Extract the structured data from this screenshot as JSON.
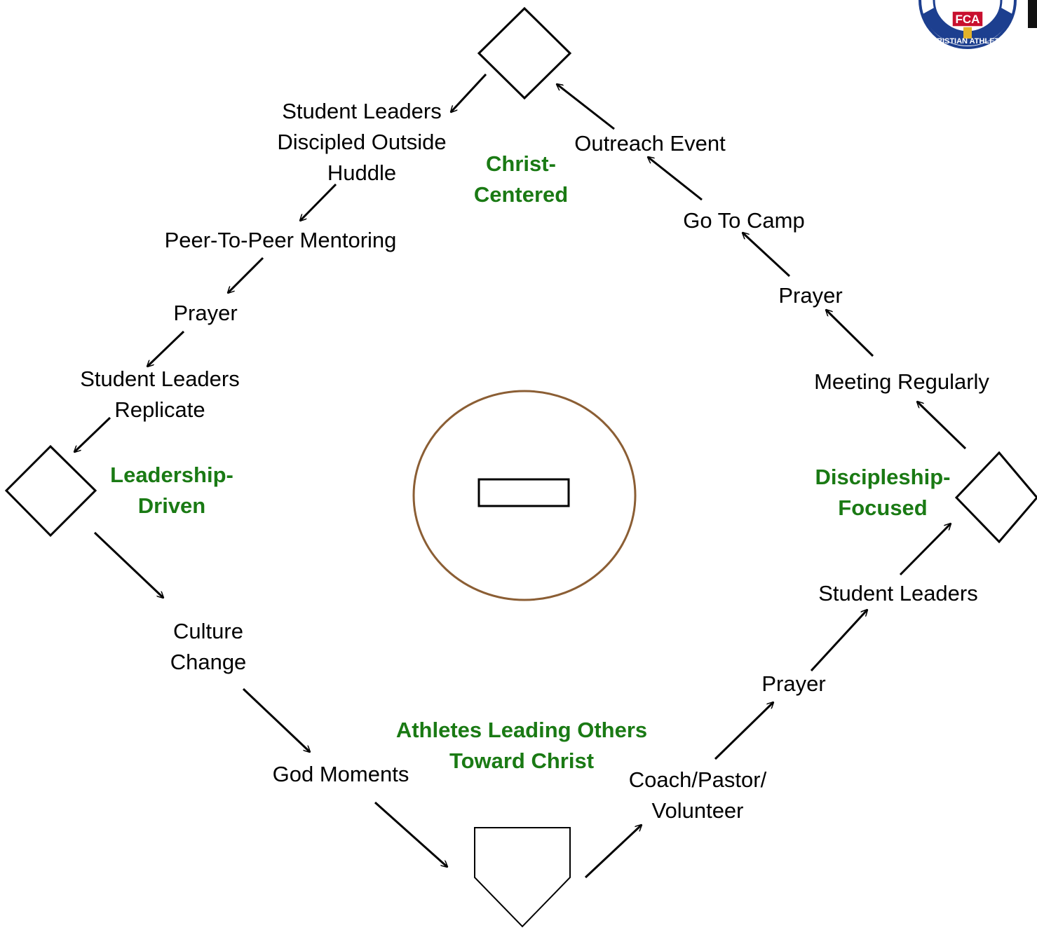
{
  "colors": {
    "accent_green": "#1a7a14",
    "circle_stroke": "#8b5e34",
    "line": "#000000",
    "logo_blue": "#1d3f8f",
    "logo_red": "#c8102e",
    "logo_gold": "#e3b32a"
  },
  "bases": {
    "second_base": "diamond",
    "third_base": "diamond",
    "first_base": "diamond",
    "home_plate": "pentagon",
    "pitcher_mound": "circle",
    "pitcher_rubber": "rectangle"
  },
  "section_labels": {
    "top": "Christ-\nCentered",
    "left": "Leadership-\nDriven",
    "right": "Discipleship-\nFocused",
    "bottom": "Athletes Leading Others\nToward Christ"
  },
  "steps": {
    "home_to_first": [
      "Coach/Pastor/\nVolunteer",
      "Prayer",
      "Student Leaders"
    ],
    "first_to_second": [
      "Meeting Regularly",
      "Prayer",
      "Go To Camp",
      "Outreach Event"
    ],
    "second_to_third": [
      "Student Leaders\nDiscipled Outside\nHuddle",
      "Peer-To-Peer Mentoring",
      "Prayer",
      "Student Leaders\nReplicate"
    ],
    "third_to_home": [
      "Culture\nChange",
      "God Moments"
    ]
  },
  "logo": {
    "icon": "fca-logo-icon",
    "text": "FCA",
    "ring_text": "CHRISTIAN ATHLETES"
  }
}
